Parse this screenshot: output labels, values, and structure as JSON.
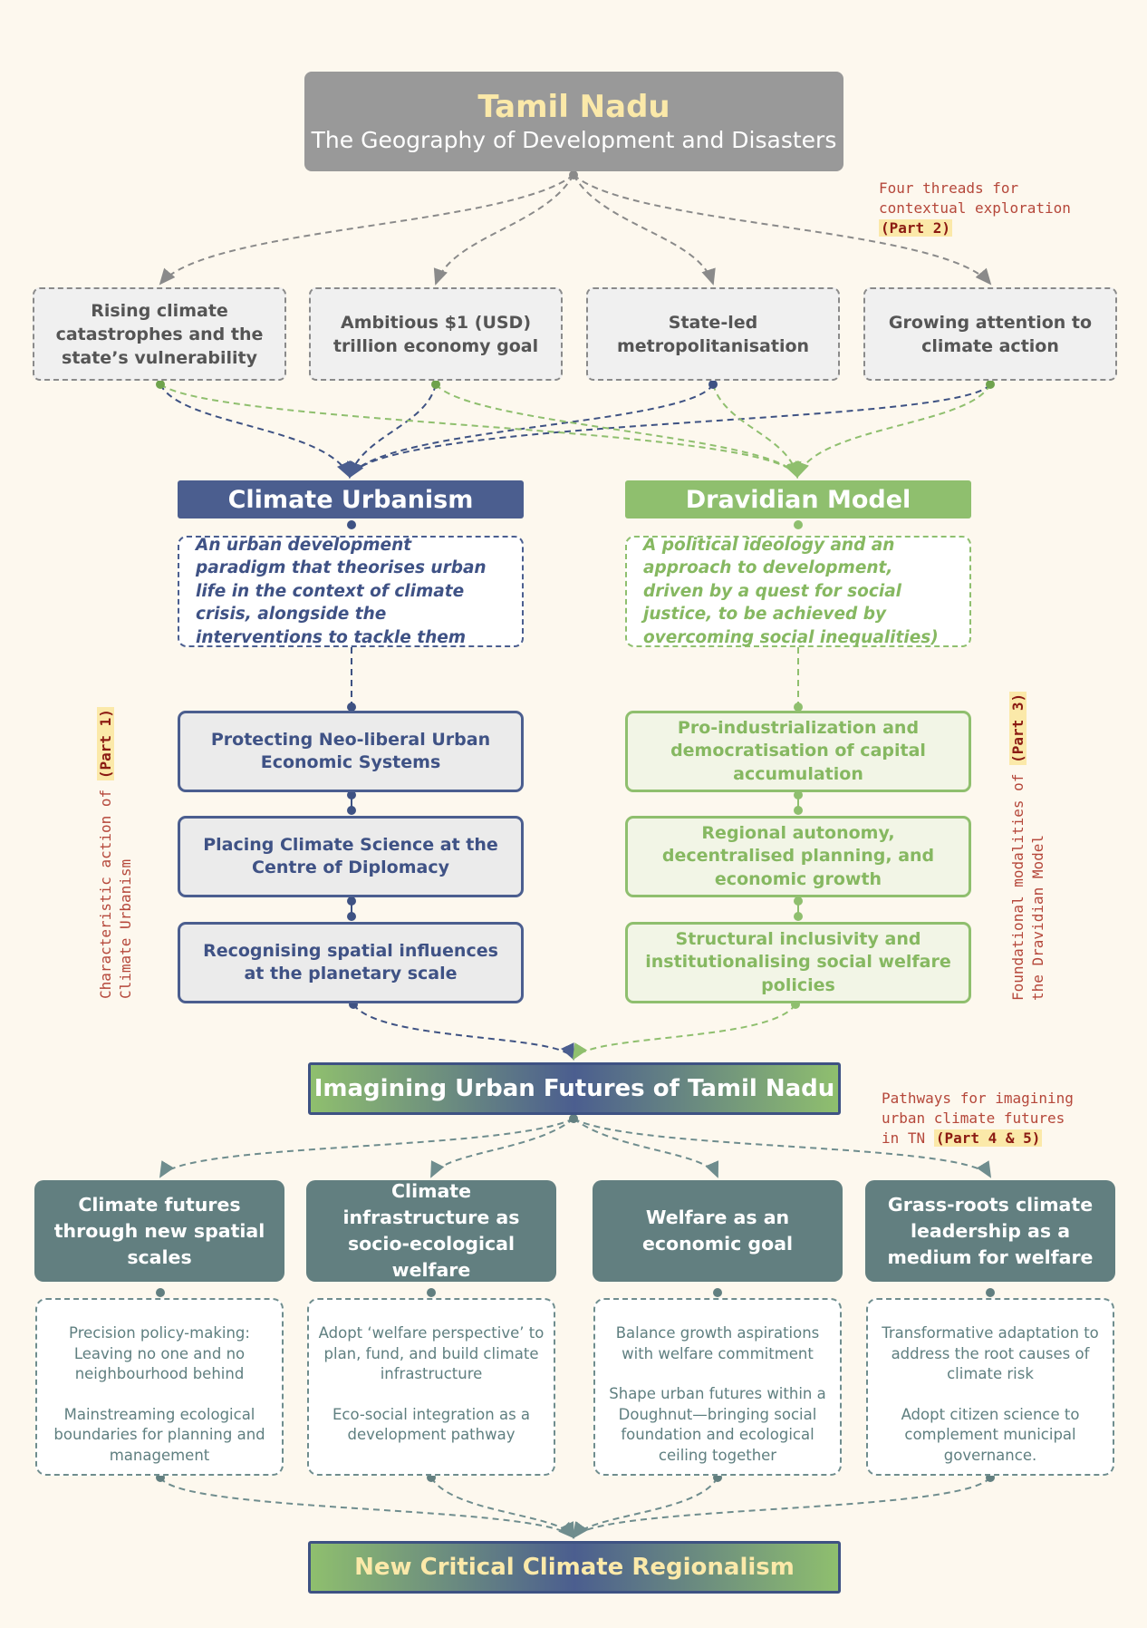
{
  "title": {
    "main": "Tamil Nadu",
    "sub": "The Geography of Development and Disasters"
  },
  "threads_note": {
    "line1": "Four threads for",
    "line2": "contextual exploration",
    "part": "(Part 2)"
  },
  "threads": [
    {
      "label": "Rising climate catastrophes and the state’s vulnerability"
    },
    {
      "label": "Ambitious $1 (USD) trillion economy goal"
    },
    {
      "label": "State-led metropolitanisation"
    },
    {
      "label": "Growing attention to climate action"
    }
  ],
  "climate_urbanism": {
    "title": "Climate Urbanism",
    "description": "An urban development paradigm that theorises urban life in the context of climate crisis, alongside the interventions to tackle them",
    "items": [
      "Protecting Neo-liberal Urban Economic Systems",
      "Placing Climate Science at the Centre of Diplomacy",
      "Recognising spatial influences at the planetary scale"
    ],
    "side_note": {
      "line1": "Characteristic action of",
      "line2": "Climate Urbanism",
      "part": "(Part 1)"
    }
  },
  "dravidian_model": {
    "title": "Dravidian Model",
    "description": "A political ideology and an approach to development, driven by a quest for social justice, to be achieved by overcoming social inequalities)",
    "items": [
      "Pro-industrialization and democratisation of capital accumulation",
      "Regional autonomy, decentralised planning, and economic growth",
      "Structural inclusivity and institutionalising social welfare policies"
    ],
    "side_note": {
      "line1": "Foundational modalities of",
      "line2": "the Dravidian Model",
      "part": "(Part 3)"
    }
  },
  "imagining": {
    "title": "Imagining Urban Futures of Tamil Nadu"
  },
  "pathways_note": {
    "line1": "Pathways for imagining",
    "line2": "urban climate futures",
    "line3": "in TN",
    "part": "(Part 4 & 5)"
  },
  "pathways": [
    {
      "title": "Climate futures through new spatial scales",
      "points": [
        "Precision policy-making: Leaving no one and no neighbourhood behind",
        "Mainstreaming ecological boundaries for planning and management"
      ]
    },
    {
      "title": "Climate infrastructure as socio-ecological welfare",
      "points": [
        "Adopt ‘welfare perspective’ to plan, fund, and build climate infrastructure",
        "Eco-social integration as a development pathway"
      ]
    },
    {
      "title": "Welfare as an economic goal",
      "points": [
        "Balance growth aspirations with welfare commitment",
        "Shape urban futures within a Doughnut—bringing social foundation and ecological ceiling together"
      ]
    },
    {
      "title": "Grass-roots climate leadership as a medium for welfare",
      "points": [
        "Transformative adaptation to address the root causes of climate risk",
        "Adopt citizen science to complement municipal governance."
      ]
    }
  ],
  "final": {
    "title": "New Critical Climate Regionalism"
  },
  "colors": {
    "background": "#fdf8ee",
    "title_box": "#999999",
    "title_accent": "#fbe9a9",
    "climate_urbanism": "#4b5e8f",
    "dravidian_model": "#8fbf6e",
    "pathway": "#627f80",
    "note": "#b5473a"
  }
}
